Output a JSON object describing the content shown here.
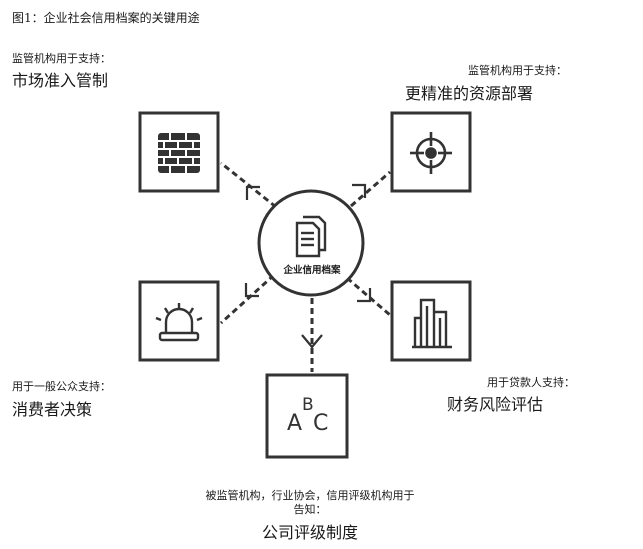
{
  "figure_title": "图1：企业社会信用档案的关键用途",
  "center": {
    "label": "企业信用档案",
    "icon": "documents-icon"
  },
  "uses": {
    "top_left": {
      "caption": "监管机构用于支持：",
      "label": "市场准入管制",
      "icon": "brick-wall-icon"
    },
    "top_right": {
      "caption": "监管机构用于支持：",
      "label": "更精准的资源部署",
      "icon": "crosshair-target-icon"
    },
    "left": {
      "caption": "用于一般公众支持：",
      "label": "消费者决策",
      "icon": "alarm-siren-icon"
    },
    "right": {
      "caption": "用于贷款人支持：",
      "label": "财务风险评估",
      "icon": "building-bars-icon"
    },
    "bottom": {
      "caption_line1": "被监管机构，行业协会，信用评级机构用于",
      "caption_line2": "告知：",
      "label": "公司评级制度",
      "icon": "abc-rating-icon",
      "icon_letters": {
        "a": "A",
        "b": "B",
        "c": "C"
      }
    }
  }
}
